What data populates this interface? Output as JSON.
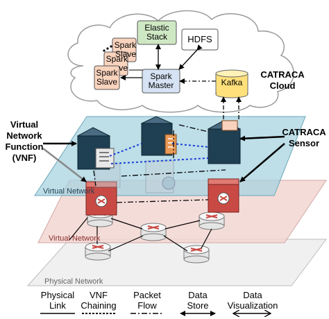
{
  "cloud": {
    "label_line1": "CATRACA",
    "label_line2": "Cloud",
    "nodes": {
      "elastic_stack_line1": "Elastic",
      "elastic_stack_line2": "Stack",
      "hdfs": "HDFS",
      "spark_master_line1": "Spark",
      "spark_master_line2": "Master",
      "kafka": "Kafka",
      "spark_slave_back_line1": "Spark",
      "spark_slave_back_line2": "Slave",
      "spark_slave_mid_line1": "Spark",
      "spark_slave_mid_line2": "ve",
      "spark_slave_front_line1": "Spark",
      "spark_slave_front_line2": "Slave"
    }
  },
  "labels": {
    "vnf_line1": "Virtual",
    "vnf_line2": "Network",
    "vnf_line3": "Function",
    "vnf_line4": "(VNF)",
    "sensor_line1": "CATRACA",
    "sensor_line2": "Sensor"
  },
  "layers": {
    "virtual_network_top": "Virtual Network",
    "virtual_network_mid": "Virtual Network",
    "physical_network": "Physical Network"
  },
  "legend": {
    "physical_link_line1": "Physical",
    "physical_link_line2": "Link",
    "vnf_chaining_line1": "VNF",
    "vnf_chaining_line2": "Chaining",
    "packet_flow_line1": "Packet",
    "packet_flow_line2": "Flow",
    "data_store_line1": "Data",
    "data_store_line2": "Store",
    "data_viz_line1": "Data",
    "data_viz_line2": "Visualization"
  },
  "colors": {
    "top_plane": "#a8d3e0",
    "mid_plane": "#f2d6d2",
    "bottom_plane": "#ececec",
    "elastic_box": "#cfe8c4",
    "spark_slave_box": "#f9d3bd",
    "spark_master_box": "#d6e3f4",
    "kafka_cylinder": "#ffe07a",
    "server_dark": "#1f3f52",
    "server_red": "#c94a44",
    "vnf_link": "#1a3fd6"
  }
}
